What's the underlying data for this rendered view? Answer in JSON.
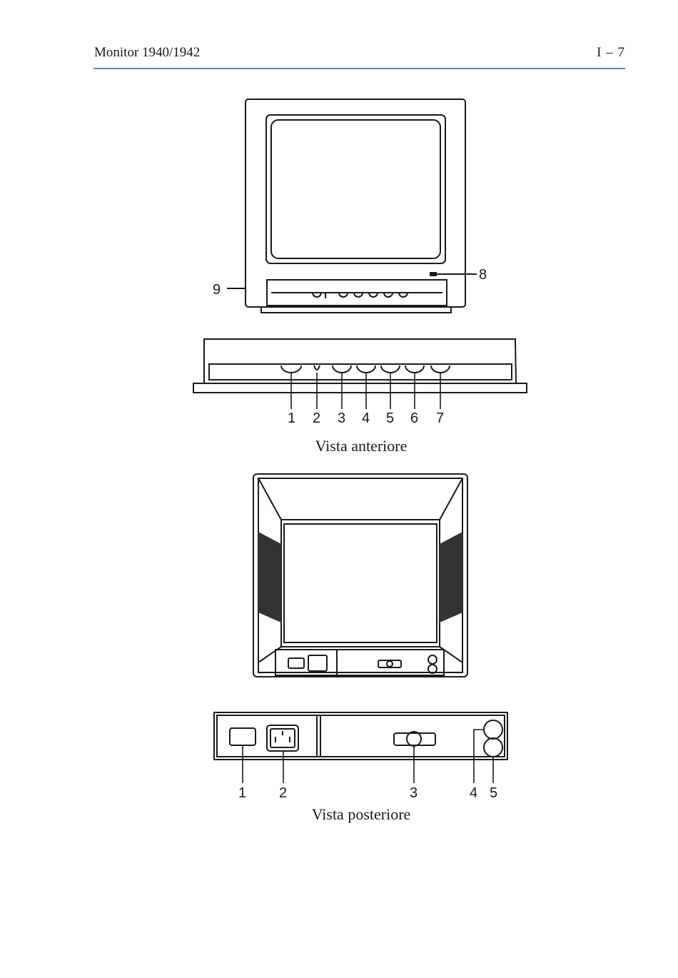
{
  "header": {
    "title": "Monitor 1940/1942",
    "page": "I – 7"
  },
  "front_view": {
    "caption": "Vista anteriore",
    "side_callouts": {
      "left": "9",
      "right": "8"
    },
    "control_callouts": [
      "1",
      "2",
      "3",
      "4",
      "5",
      "6",
      "7"
    ]
  },
  "rear_view": {
    "caption": "Vista posteriore",
    "callouts": [
      "1",
      "2",
      "3",
      "4",
      "5"
    ]
  }
}
